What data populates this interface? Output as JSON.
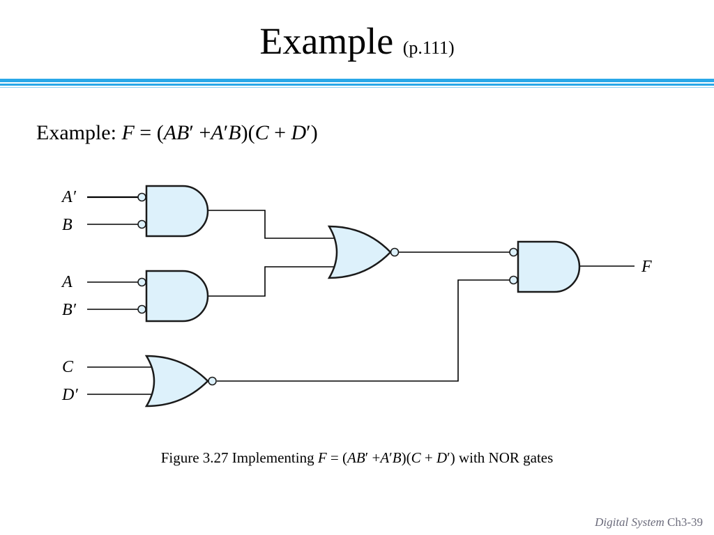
{
  "slide": {
    "title": "Example",
    "title_ref": "(p.111)"
  },
  "expression": {
    "prefix": "Example:",
    "formula_parts": [
      "F",
      " = (",
      "AB",
      "′ +",
      "A",
      "′",
      "B",
      ")(",
      "C",
      " + ",
      "D",
      "′",
      ")"
    ]
  },
  "diagram": {
    "inputs": [
      "A′",
      "B",
      "A",
      "B′",
      "C",
      "D′"
    ],
    "output": "F",
    "gates": [
      {
        "type": "AND",
        "inputs_inverted": true
      },
      {
        "type": "AND",
        "inputs_inverted": true
      },
      {
        "type": "OR",
        "output_inverted": true
      },
      {
        "type": "OR",
        "output_inverted": true
      },
      {
        "type": "AND",
        "inputs_inverted": true
      }
    ],
    "colors": {
      "gate_fill": "#ddf1fb",
      "wire": "#000000",
      "gate_stroke": "#1a1a1a"
    }
  },
  "caption": {
    "prefix": "Figure 3.27 Implementing",
    "formula_parts": [
      "F",
      " = (",
      "AB",
      "′ +",
      "A",
      "′",
      "B",
      ")(",
      "C",
      " + ",
      "D",
      "′",
      ")"
    ],
    "suffix": "with NOR gates"
  },
  "footer": {
    "course": "Digital System",
    "page": "Ch3-39"
  },
  "theme": {
    "rule_color": "#29a8e8",
    "footer_color": "#6b6b7b"
  }
}
